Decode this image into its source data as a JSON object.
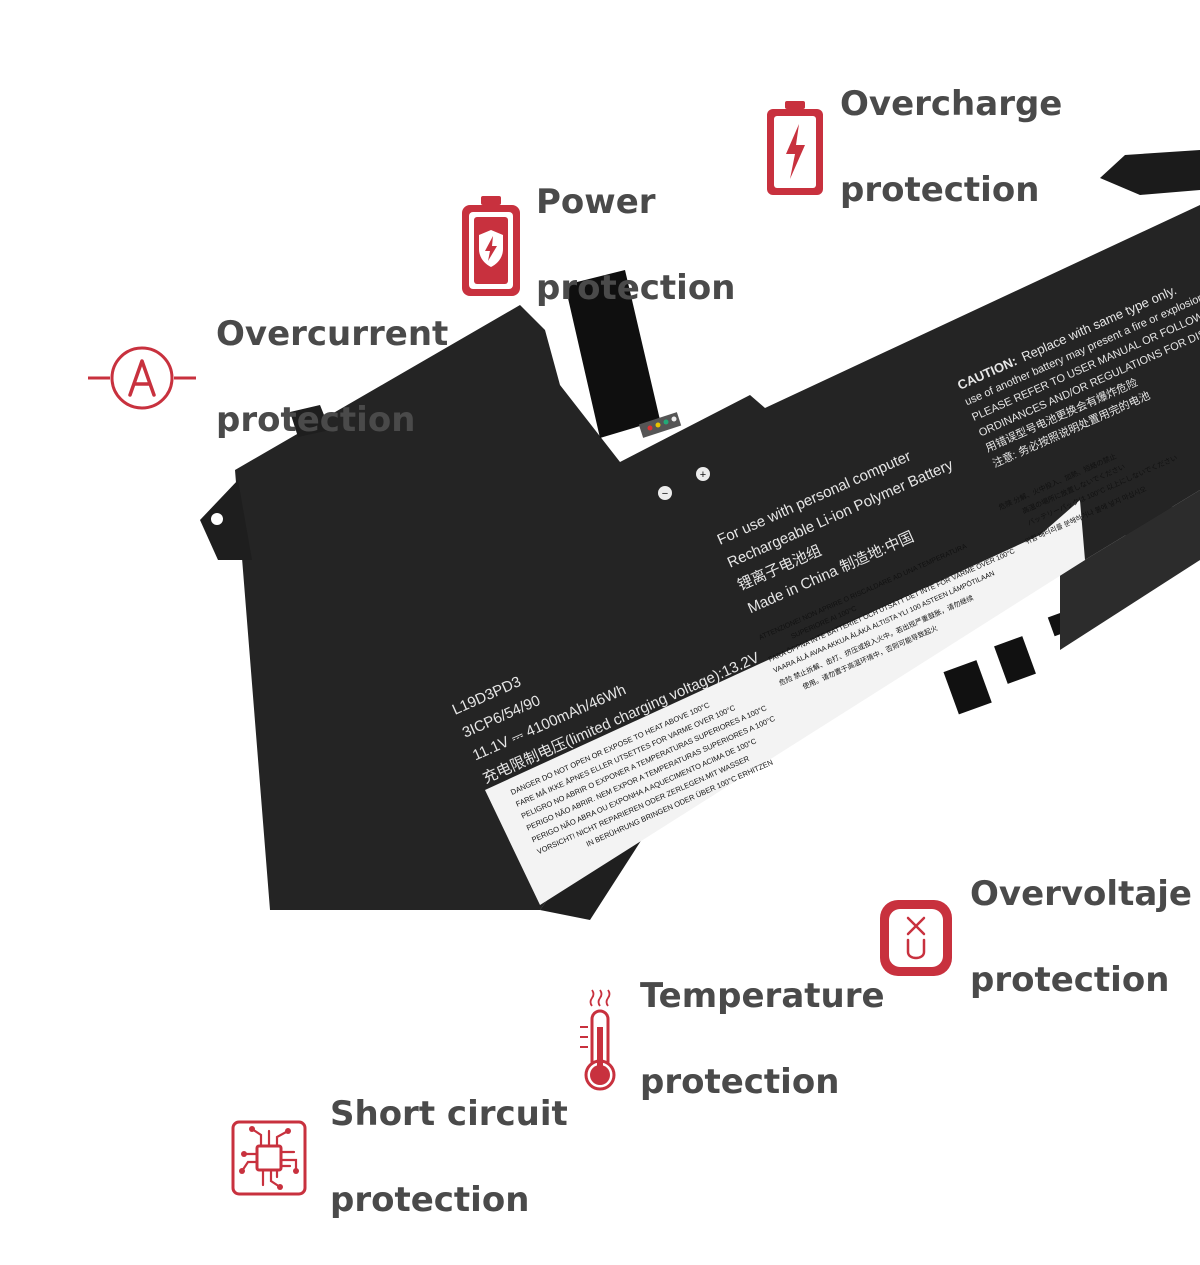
{
  "accent_color": "#c8313e",
  "features": [
    {
      "id": "overcharge",
      "icon": "battery-bolt-icon",
      "line1": "Overcharge",
      "line2": "protection"
    },
    {
      "id": "power",
      "icon": "battery-shield-icon",
      "line1": "Power",
      "line2": "protection"
    },
    {
      "id": "overcurrent",
      "icon": "ammeter-icon",
      "line1": "Overcurrent",
      "line2": "protection"
    },
    {
      "id": "overvoltage",
      "icon": "voltage-icon",
      "line1": "Overvoltaje",
      "line2": "protection"
    },
    {
      "id": "temperature",
      "icon": "thermometer-icon",
      "line1": "Temperature",
      "line2": "protection"
    },
    {
      "id": "short_circuit",
      "icon": "chip-icon",
      "line1": "Short circuit",
      "line2": "protection"
    }
  ],
  "battery": {
    "model": "L19D3PD3",
    "cells": "3ICP6/54/90",
    "rating": "11.1V ⎓ 4100mAh/46Wh",
    "limit": "充电限制电压(limited charging voltage):13.2V",
    "use_line": "For use with personal computer",
    "type_line": "Rechargeable Li-ion Polymer Battery",
    "cn_type": "锂离子电池组",
    "origin": "Made in China 制造地:中国",
    "caution_title": "CAUTION:",
    "caution_lines": [
      "Replace with same type only.",
      "use of another battery may present a fire or explosion",
      "PLEASE REFER TO USER MANUAL OR FOLLOW LOCAL",
      "ORDINANCES AND/OR REGULATIONS FOR DISPOSAL",
      "用错误型号电池更换会有爆炸危险",
      "注意: 务必按照说明处置用完的电池"
    ],
    "danger_lines": [
      "DANGER  DO NOT OPEN OR EXPOSE TO HEAT ABOVE 100°C",
      "FARE  MÅ IKKE ÅPNES ELLER UTSETTES FOR VARME OVER 100°C",
      "PELIGRO  NO ABRIR O EXPONER A TEMPERATURAS SUPERIORES A 100°C",
      "PERIGO  NÃO ABRIR. NEM EXPOR A TEMPERATURAS SUPERIORES A 100°C",
      "PERIGO  NÃO ABRA OU EXPONHA A AQUECIMENTO ACIMA DE 100°C",
      "VORSICHT!  NICHT REPARIEREN ODER ZERLEGEN.MIT WASSER",
      "IN BERÜHRUNG BRINGEN ODER ÜBER 100°C ERHITZEN"
    ],
    "warn_lines": [
      "ATTENZIONE!  NON APRIRE O RISCALDARE AD UNA TEMPERATURA",
      "SUPERIORE AI 100°C",
      "FARA  ÖPPNA INTE BATTERIET OCH UTSÄTT DET INTE FÖR VÄRME ÖVER 100°C",
      "VAARA  ÄLÄ AVAA AKKUA ÄLÄKÄ ALTISTA YLI 100 ASTEEN LÄMPÖTILAAN",
      "危险  禁止拆解、击打、挤压或投入火中。若出现严重鼓胀，请勿继续",
      "使用。请勿置于高温环境中，否则可能导致起火"
    ],
    "jp_lines": [
      "危険  分解、火中投入、加熱、短絡の禁止",
      "高温の場所に放置しないでください",
      "バッテリーパックは 100°C 以上にしないでください",
      "위험  배터리를 분해하거나 불에 넣지 마십시오"
    ],
    "minus": "−",
    "plus": "+"
  }
}
